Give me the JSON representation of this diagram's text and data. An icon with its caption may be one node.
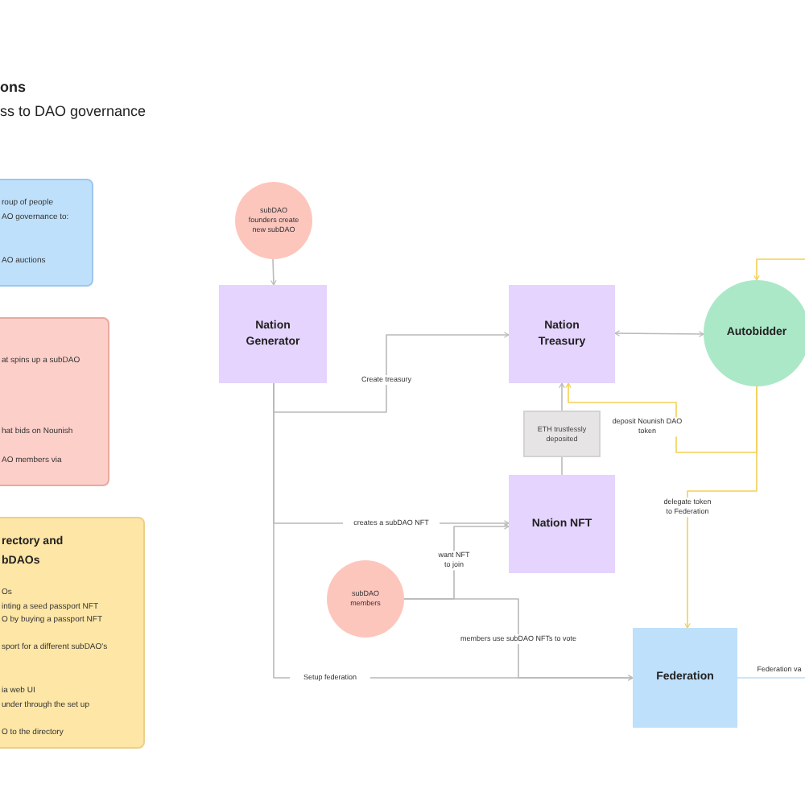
{
  "diagram": {
    "title": "ons",
    "caption": "ss to DAO governance",
    "nodes": [
      {
        "text": [
          "roup of people",
          "AO governance to:",
          "AO auctions"
        ]
      },
      {
        "text": [
          "at spins up a subDAO",
          "hat bids on Nounish",
          "AO members via"
        ]
      },
      {
        "text": [
          "rectory and",
          "bDAOs",
          "Os",
          "inting a seed passport NFT",
          "O by buying a passport NFT",
          "sport for a different subDAO's",
          "ia web UI",
          "under through the set up",
          "O to the directory"
        ]
      },
      {
        "text": [
          "subDAO founders create new subDAO"
        ]
      },
      {
        "text": [
          "Nation Generator"
        ]
      },
      {
        "text": [
          "Nation Treasury"
        ]
      },
      {
        "text": [
          "Autobidder"
        ]
      },
      {
        "text": [
          "ETH trustlessly deposited"
        ]
      },
      {
        "text": [
          "Nation NFT"
        ]
      },
      {
        "text": [
          "subDAO members"
        ]
      },
      {
        "text": [
          "Federation"
        ]
      }
    ],
    "edges": [
      {
        "from": 3,
        "to": 4,
        "arrow": "to"
      },
      {
        "from": 4,
        "to": 5,
        "arrow": "to",
        "label": "Create treasury"
      },
      {
        "from": 4,
        "to": 8,
        "arrow": "to",
        "label": "creates a subDAO NFT"
      },
      {
        "from": 4,
        "to": 10,
        "arrow": "to",
        "label": "Setup federation"
      },
      {
        "from": 5,
        "to": 6,
        "arrow": "both"
      },
      {
        "from": 8,
        "to": 7,
        "arrow": "none"
      },
      {
        "from": 7,
        "to": 5,
        "arrow": "to"
      },
      {
        "from": 6,
        "to": 5,
        "arrow": "to",
        "label": "deposit Nounish DAO token",
        "color": "#f6cf55"
      },
      {
        "from": 6,
        "to": 10,
        "arrow": "to",
        "label": "delegate token to Federation",
        "color": "#f6cf55"
      },
      {
        "from": null,
        "to": 6,
        "arrow": "to",
        "color": "#f6cf55"
      },
      {
        "from": 9,
        "to": 8,
        "arrow": "to",
        "label": "want NFT to join"
      },
      {
        "from": 9,
        "to": 10,
        "arrow": "to",
        "label": "members use subDAO NFTs to vote"
      },
      {
        "from": 10,
        "to": null,
        "arrow": "none",
        "label": "Federation va",
        "color": "#bcdcf5"
      }
    ]
  }
}
